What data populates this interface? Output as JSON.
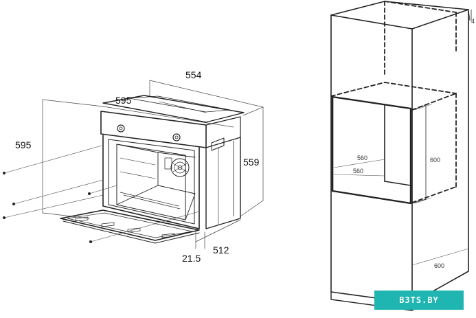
{
  "oven": {
    "width_top": "554",
    "width_front": "595",
    "height_left": "595",
    "height_right": "559",
    "depth": "512",
    "panel_offset": "21.5"
  },
  "cabinet": {
    "niche_width_a": "560",
    "niche_width_b": "560",
    "niche_height": "600",
    "depth": "600",
    "top_offset": "4"
  },
  "watermark": {
    "text": "B3TS.BY",
    "color": "#1fb5b0"
  }
}
